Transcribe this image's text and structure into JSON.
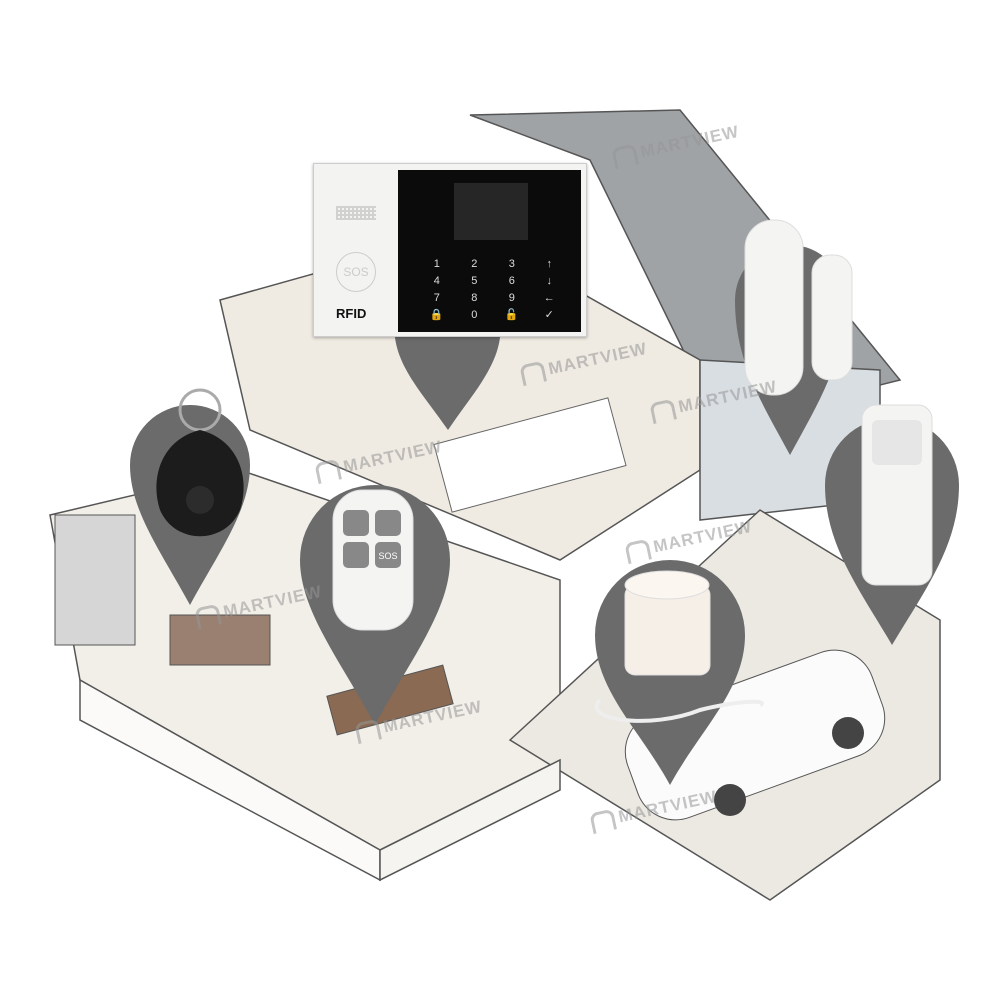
{
  "watermark": "MARTVIEW",
  "panel": {
    "sos_label": "SOS",
    "rfid_label": "RFID",
    "keys": [
      "1",
      "2",
      "3",
      "↑",
      "4",
      "5",
      "6",
      "↓",
      "7",
      "8",
      "9",
      "←",
      "🔒",
      "0",
      "🔓",
      "✓"
    ]
  },
  "remote": {
    "sos_label": "SOS",
    "buttons": [
      "lock-icon",
      "unlock-icon",
      "home-icon",
      "sos"
    ]
  },
  "colors": {
    "pin": "#6b6b6b",
    "panel_black": "#0b0b0b",
    "device_white": "#f4f4f2",
    "fob_black": "#1c1c1c"
  }
}
